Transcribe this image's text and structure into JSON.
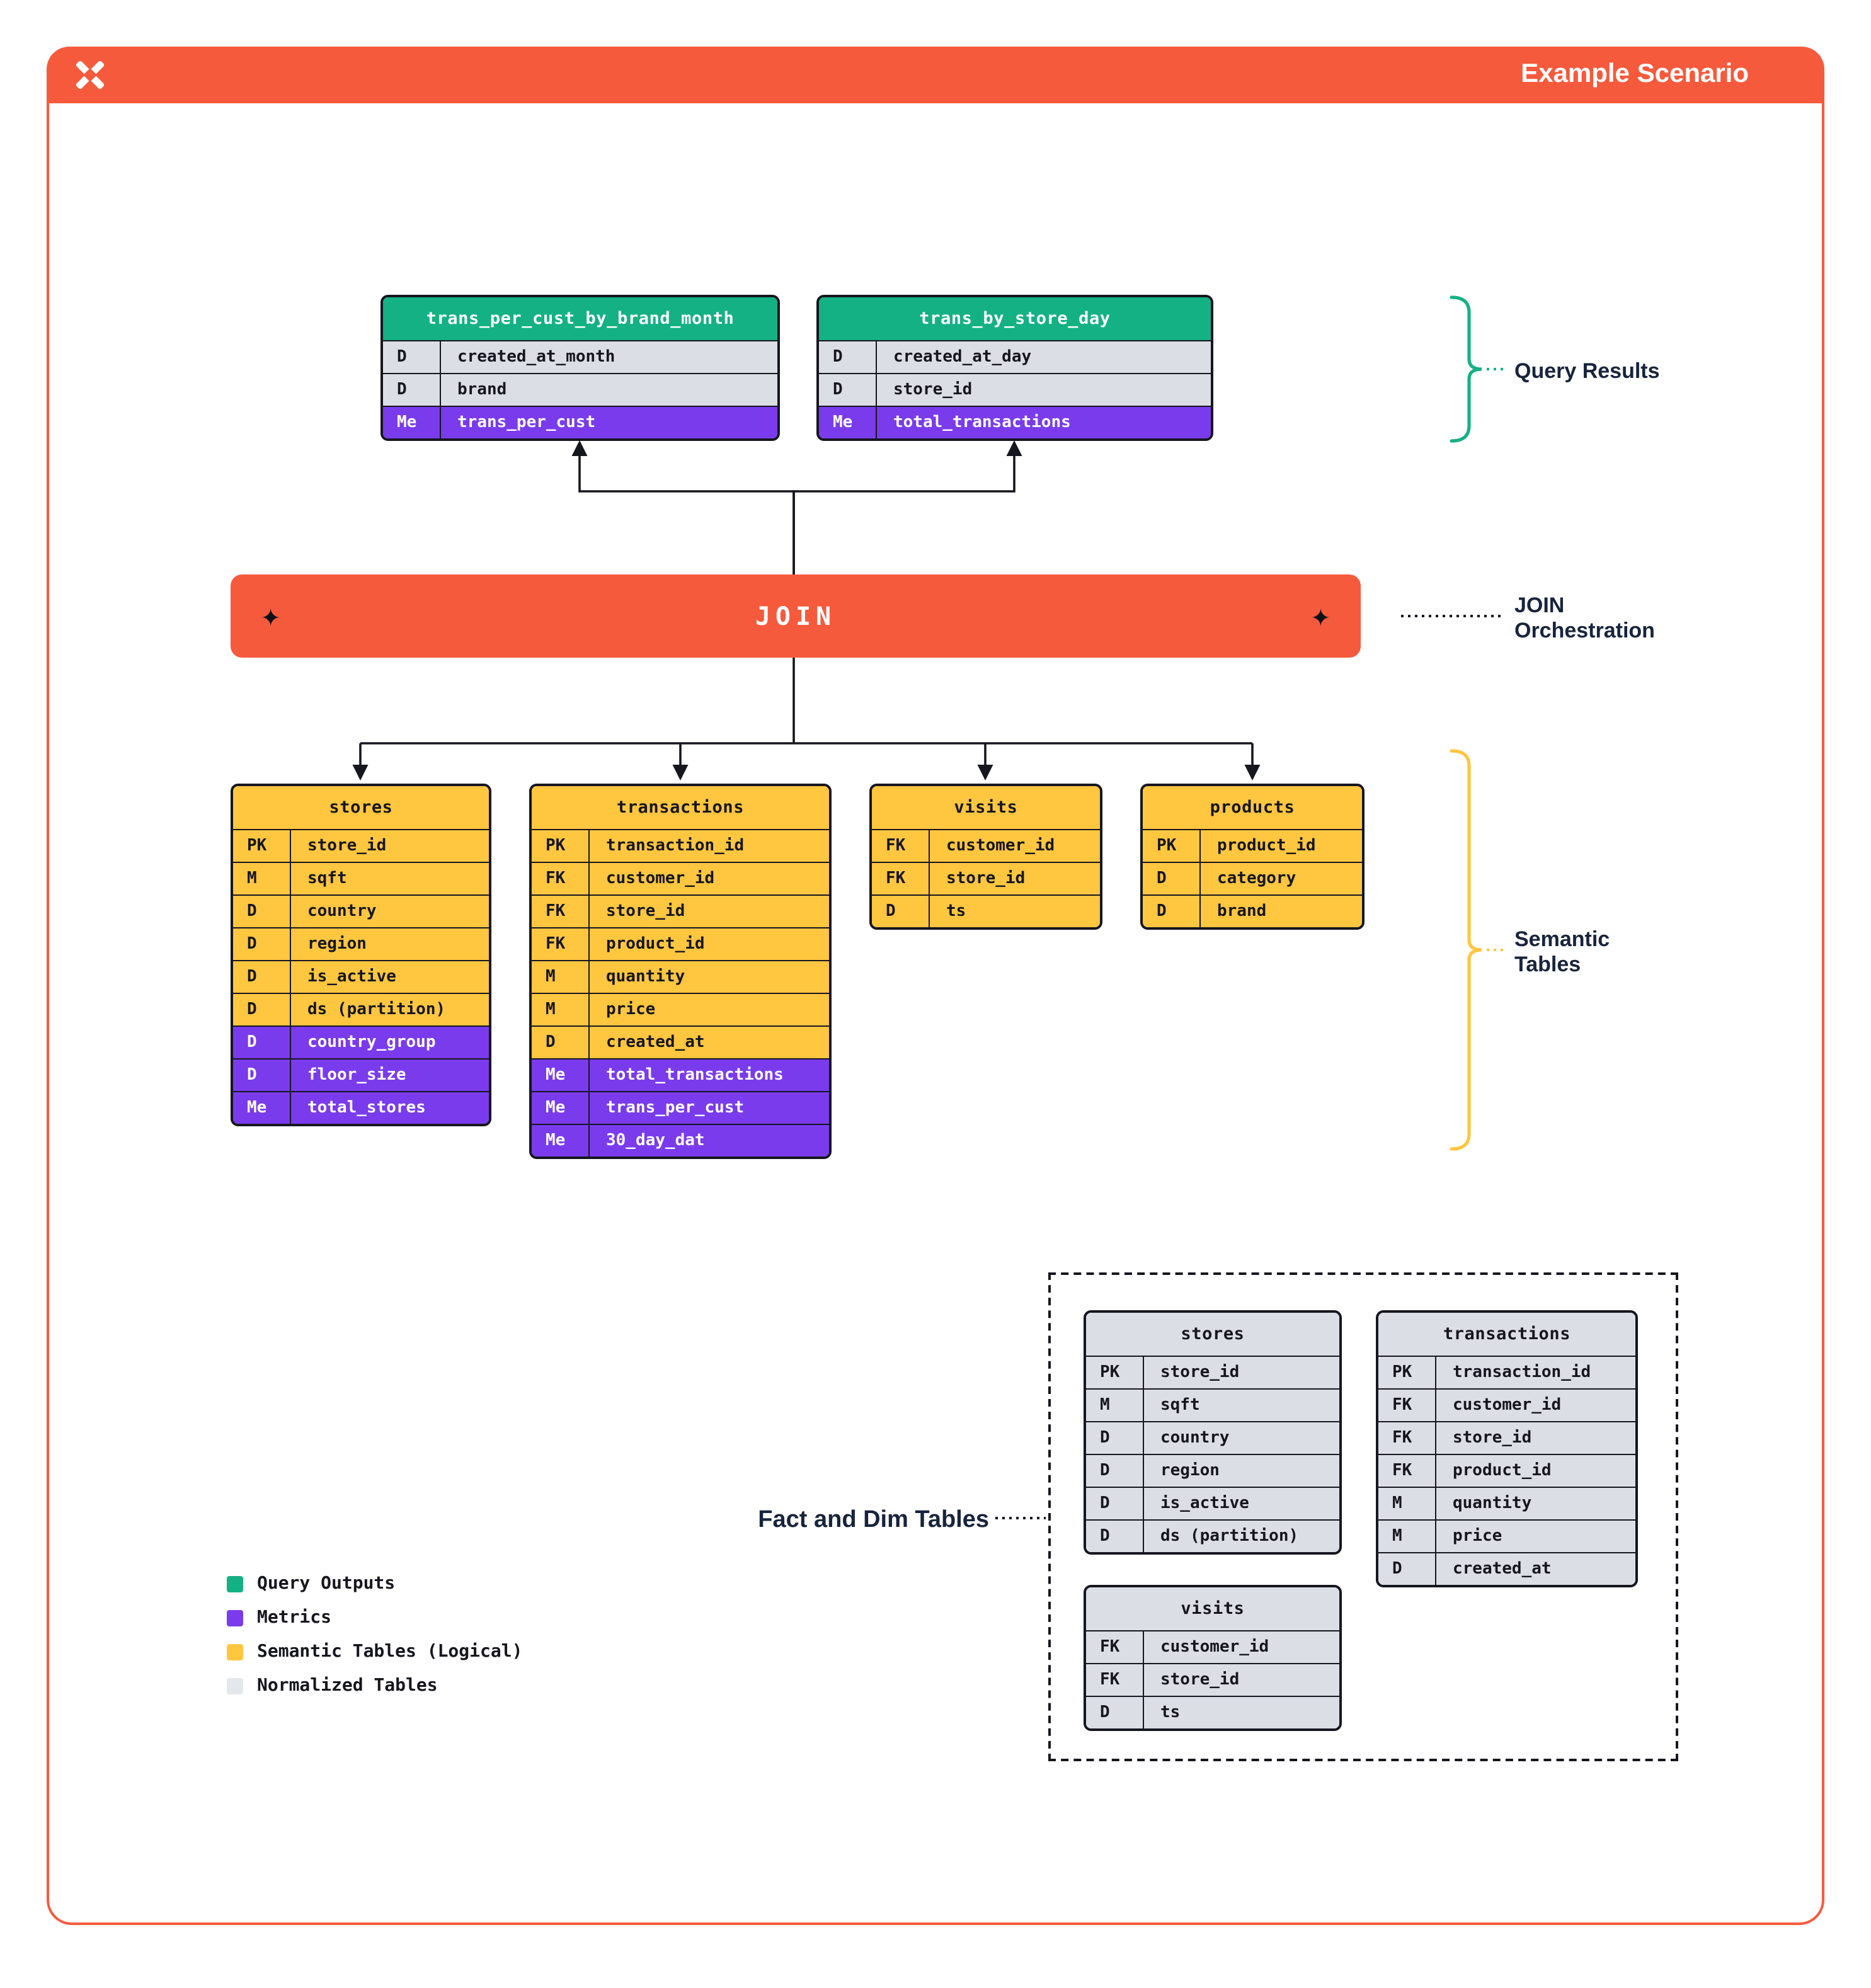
{
  "header": {
    "title": "Example Scenario",
    "logo": "sparkle-x-logo"
  },
  "colors": {
    "orange": "#F65A3C",
    "green": "#14B184",
    "purple": "#7A3BEC",
    "yellow": "#FFC640",
    "gray": "#DBDFE5",
    "ink": "#16161F"
  },
  "join": {
    "label": "JOIN"
  },
  "annotations": {
    "query_results": "Query Results",
    "join_orchestration": "JOIN Orchestration",
    "semantic_tables": "Semantic Tables",
    "fact_dim": "Fact and Dim Tables"
  },
  "query_results": {
    "tables": [
      {
        "name": "trans_per_cust_by_brand_month",
        "category": "query_output",
        "rows": [
          [
            "D",
            "created_at_month"
          ],
          [
            "D",
            "brand"
          ],
          [
            "Me",
            "trans_per_cust",
            "m"
          ]
        ]
      },
      {
        "name": "trans_by_store_day",
        "category": "query_output",
        "rows": [
          [
            "D",
            "created_at_day"
          ],
          [
            "D",
            "store_id"
          ],
          [
            "Me",
            "total_transactions",
            "m"
          ]
        ]
      }
    ]
  },
  "semantic_tables": {
    "tables": [
      {
        "name": "stores",
        "category": "semantic",
        "rows": [
          [
            "PK",
            "store_id"
          ],
          [
            "M",
            "sqft"
          ],
          [
            "D",
            "country"
          ],
          [
            "D",
            "region"
          ],
          [
            "D",
            "is_active"
          ],
          [
            "D",
            "ds (partition)"
          ],
          [
            "D",
            "country_group",
            "m"
          ],
          [
            "D",
            "floor_size",
            "m"
          ],
          [
            "Me",
            "total_stores",
            "m"
          ]
        ]
      },
      {
        "name": "transactions",
        "category": "semantic",
        "rows": [
          [
            "PK",
            "transaction_id"
          ],
          [
            "FK",
            "customer_id"
          ],
          [
            "FK",
            "store_id"
          ],
          [
            "FK",
            "product_id"
          ],
          [
            "M",
            "quantity"
          ],
          [
            "M",
            "price"
          ],
          [
            "D",
            "created_at"
          ],
          [
            "Me",
            "total_transactions",
            "m"
          ],
          [
            "Me",
            "trans_per_cust",
            "m"
          ],
          [
            "Me",
            "30_day_dat",
            "m"
          ]
        ]
      },
      {
        "name": "visits",
        "category": "semantic",
        "rows": [
          [
            "FK",
            "customer_id"
          ],
          [
            "FK",
            "store_id"
          ],
          [
            "D",
            "ts"
          ]
        ]
      },
      {
        "name": "products",
        "category": "semantic",
        "rows": [
          [
            "PK",
            "product_id"
          ],
          [
            "D",
            "category"
          ],
          [
            "D",
            "brand"
          ]
        ]
      }
    ]
  },
  "fact_dim_tables": {
    "tables": [
      {
        "name": "stores",
        "category": "normalized",
        "rows": [
          [
            "PK",
            "store_id"
          ],
          [
            "M",
            "sqft"
          ],
          [
            "D",
            "country"
          ],
          [
            "D",
            "region"
          ],
          [
            "D",
            "is_active"
          ],
          [
            "D",
            "ds (partition)"
          ]
        ]
      },
      {
        "name": "transactions",
        "category": "normalized",
        "rows": [
          [
            "PK",
            "transaction_id"
          ],
          [
            "FK",
            "customer_id"
          ],
          [
            "FK",
            "store_id"
          ],
          [
            "FK",
            "product_id"
          ],
          [
            "M",
            "quantity"
          ],
          [
            "M",
            "price"
          ],
          [
            "D",
            "created_at"
          ]
        ]
      },
      {
        "name": "visits",
        "category": "normalized",
        "rows": [
          [
            "FK",
            "customer_id"
          ],
          [
            "FK",
            "store_id"
          ],
          [
            "D",
            "ts"
          ]
        ]
      }
    ]
  },
  "legend": {
    "items": [
      {
        "label": "Query Outputs",
        "color": "#14B184"
      },
      {
        "label": "Metrics",
        "color": "#7A3BEC"
      },
      {
        "label": "Semantic Tables (Logical)",
        "color": "#FFC640"
      },
      {
        "label": "Normalized Tables",
        "color": "#E4E7EB"
      }
    ]
  }
}
